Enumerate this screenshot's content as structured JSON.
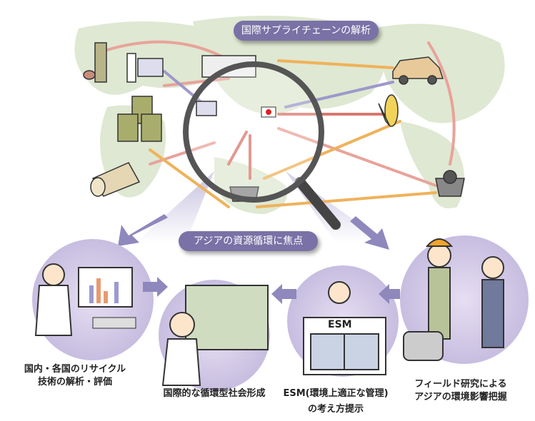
{
  "banners": {
    "top": "国際サプライチェーンの解析",
    "middle": "アジアの資源循環に焦点"
  },
  "board_label": "ESM",
  "captions": {
    "recycling": [
      "国内・各国のリサイクル",
      "技術の解析・評価"
    ],
    "society": [
      "国際的な循環型社会形成"
    ],
    "esm": [
      "ESM(環境上適正な管理)",
      "の考え方提示"
    ],
    "field": [
      "フィールド研究による",
      "アジアの環境影響把握"
    ]
  },
  "colors": {
    "banner": "#7a71a6",
    "map": "#dfe8d2",
    "circle": "#cfc6e4",
    "arrow_red": "#d9776c",
    "arrow_orange": "#efb25a",
    "arrow_purple": "#9d98cc"
  }
}
